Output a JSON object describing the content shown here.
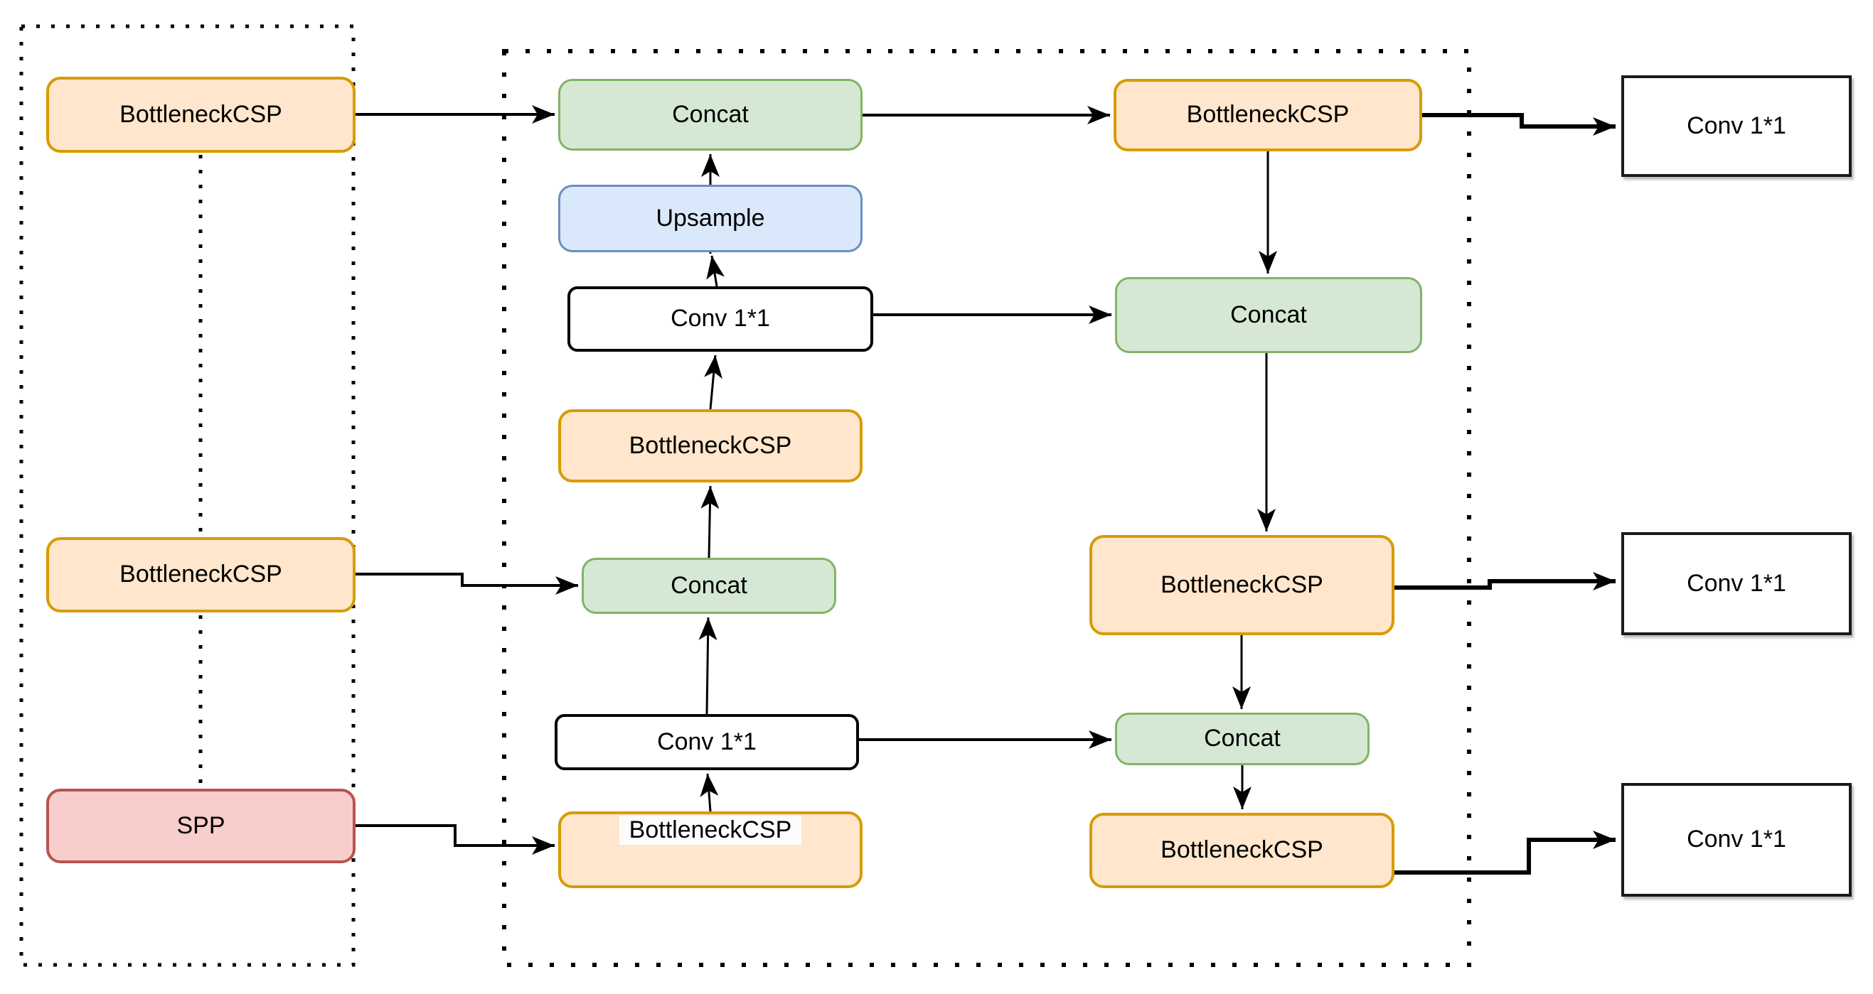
{
  "diagram_title": "",
  "palette": {
    "orange_fill": "#FFE6CC",
    "orange_border": "#D79B00",
    "green_fill": "#D5E8D4",
    "green_border": "#82B366",
    "blue_fill": "#DAE8FC",
    "blue_border": "#6C8EBF",
    "red_fill": "#F8CECC",
    "red_border": "#B85450",
    "plain_fill": "#FFFFFF",
    "plain_border": "#000000",
    "wire_color": "#000000"
  },
  "containers": [
    {
      "id": "backbone-group",
      "style": "dotted-border",
      "label": ""
    },
    {
      "id": "neck-group",
      "style": "dotted-border",
      "label": ""
    }
  ],
  "nodes": [
    {
      "id": "backbone-bottleneckcsp-top",
      "label": "BottleneckCSP",
      "color": "orange"
    },
    {
      "id": "backbone-bottleneckcsp-mid",
      "label": "BottleneckCSP",
      "color": "orange"
    },
    {
      "id": "backbone-spp",
      "label": "SPP",
      "color": "red"
    },
    {
      "id": "neck-concat-top",
      "label": "Concat",
      "color": "green"
    },
    {
      "id": "neck-upsample",
      "label": "Upsample",
      "color": "blue"
    },
    {
      "id": "neck-conv1x1-upper",
      "label": "Conv 1*1",
      "color": "white"
    },
    {
      "id": "neck-bottleneckcsp-center",
      "label": "BottleneckCSP",
      "color": "orange"
    },
    {
      "id": "neck-concat-mid",
      "label": "Concat",
      "color": "green"
    },
    {
      "id": "neck-conv1x1-lower",
      "label": "Conv 1*1",
      "color": "white"
    },
    {
      "id": "neck-bottleneckcsp-bottom",
      "label": "BottleneckCSP",
      "color": "orange"
    },
    {
      "id": "neck-bottleneckcsp-topright",
      "label": "BottleneckCSP",
      "color": "orange"
    },
    {
      "id": "neck-concat-right-upper",
      "label": "Concat",
      "color": "green"
    },
    {
      "id": "neck-bottleneckcsp-right-mid",
      "label": "BottleneckCSP",
      "color": "orange"
    },
    {
      "id": "neck-concat-right-lower",
      "label": "Concat",
      "color": "green"
    },
    {
      "id": "neck-bottleneckcsp-right-bottom",
      "label": "BottleneckCSP",
      "color": "orange"
    },
    {
      "id": "head-conv1x1-top",
      "label": "Conv 1*1",
      "color": "white"
    },
    {
      "id": "head-conv1x1-mid",
      "label": "Conv 1*1",
      "color": "white"
    },
    {
      "id": "head-conv1x1-bottom",
      "label": "Conv 1*1",
      "color": "white"
    }
  ],
  "edges": [
    {
      "from": "backbone-bottleneckcsp-top",
      "to": "neck-concat-top",
      "style": "arrow"
    },
    {
      "from": "neck-upsample",
      "to": "neck-concat-top",
      "style": "arrow"
    },
    {
      "from": "neck-conv1x1-upper",
      "to": "neck-upsample",
      "style": "arrow"
    },
    {
      "from": "neck-bottleneckcsp-center",
      "to": "neck-conv1x1-upper",
      "style": "arrow"
    },
    {
      "from": "neck-concat-mid",
      "to": "neck-bottleneckcsp-center",
      "style": "arrow"
    },
    {
      "from": "neck-conv1x1-lower",
      "to": "neck-concat-mid",
      "style": "arrow"
    },
    {
      "from": "neck-bottleneckcsp-bottom",
      "to": "neck-conv1x1-lower",
      "style": "arrow"
    },
    {
      "from": "backbone-bottleneckcsp-mid",
      "to": "neck-concat-mid",
      "style": "arrow"
    },
    {
      "from": "backbone-spp",
      "to": "neck-bottleneckcsp-bottom",
      "style": "arrow"
    },
    {
      "from": "neck-concat-top",
      "to": "neck-bottleneckcsp-topright",
      "style": "arrow"
    },
    {
      "from": "neck-bottleneckcsp-topright",
      "to": "neck-concat-right-upper",
      "style": "arrow"
    },
    {
      "from": "neck-conv1x1-upper",
      "to": "neck-concat-right-upper",
      "style": "arrow"
    },
    {
      "from": "neck-concat-right-upper",
      "to": "neck-bottleneckcsp-right-mid",
      "style": "arrow"
    },
    {
      "from": "neck-bottleneckcsp-right-mid",
      "to": "neck-concat-right-lower",
      "style": "arrow"
    },
    {
      "from": "neck-conv1x1-lower",
      "to": "neck-concat-right-lower",
      "style": "arrow"
    },
    {
      "from": "neck-concat-right-lower",
      "to": "neck-bottleneckcsp-right-bottom",
      "style": "arrow"
    },
    {
      "from": "neck-bottleneckcsp-topright",
      "to": "head-conv1x1-top",
      "style": "arrow"
    },
    {
      "from": "neck-bottleneckcsp-right-mid",
      "to": "head-conv1x1-mid",
      "style": "arrow"
    },
    {
      "from": "neck-bottleneckcsp-right-bottom",
      "to": "head-conv1x1-bottom",
      "style": "arrow"
    },
    {
      "from": "backbone-bottleneckcsp-top",
      "to": "backbone-bottleneckcsp-mid",
      "style": "dotted"
    },
    {
      "from": "backbone-bottleneckcsp-mid",
      "to": "backbone-spp",
      "style": "dotted"
    }
  ]
}
